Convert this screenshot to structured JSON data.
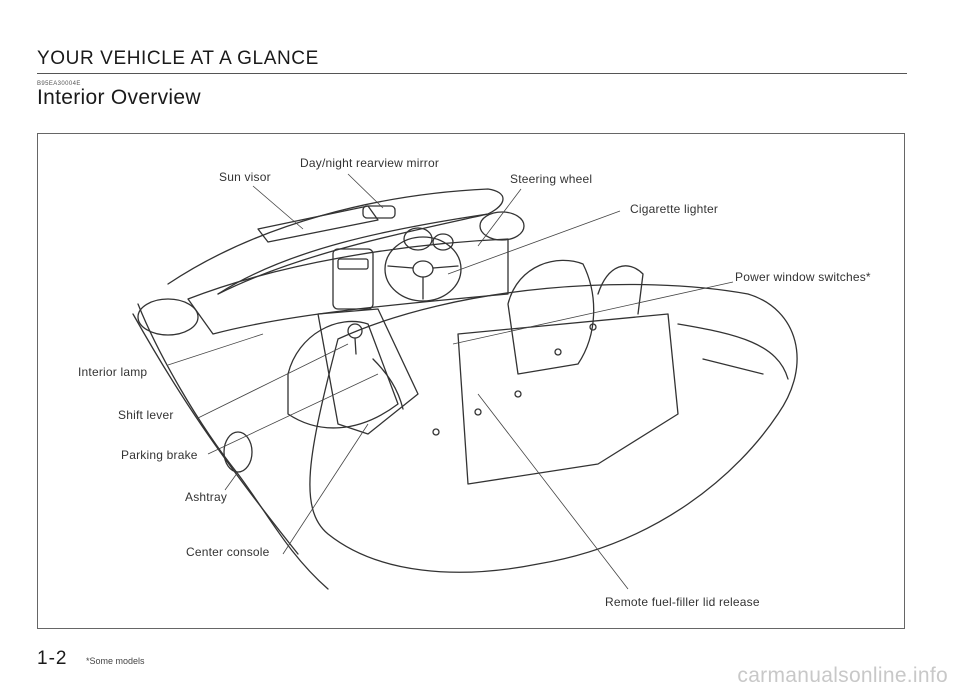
{
  "header": {
    "section_title": "YOUR VEHICLE AT A GLANCE",
    "doc_code": "B95EA30004E",
    "page_title": "Interior Overview"
  },
  "figure": {
    "callouts": {
      "sun_visor": "Sun visor",
      "mirror": "Day/night rearview mirror",
      "steering_wheel": "Steering wheel",
      "cigarette_lighter": "Cigarette lighter",
      "power_window_switches": "Power window switches*",
      "interior_lamp": "Interior lamp",
      "shift_lever": "Shift lever",
      "parking_brake": "Parking brake",
      "ashtray": "Ashtray",
      "center_console": "Center console",
      "fuel_filler_release": "Remote fuel-filler lid release"
    }
  },
  "footer": {
    "page_number": "1-2",
    "footnote": "*Some models",
    "watermark": "carmanualsonline.info"
  }
}
